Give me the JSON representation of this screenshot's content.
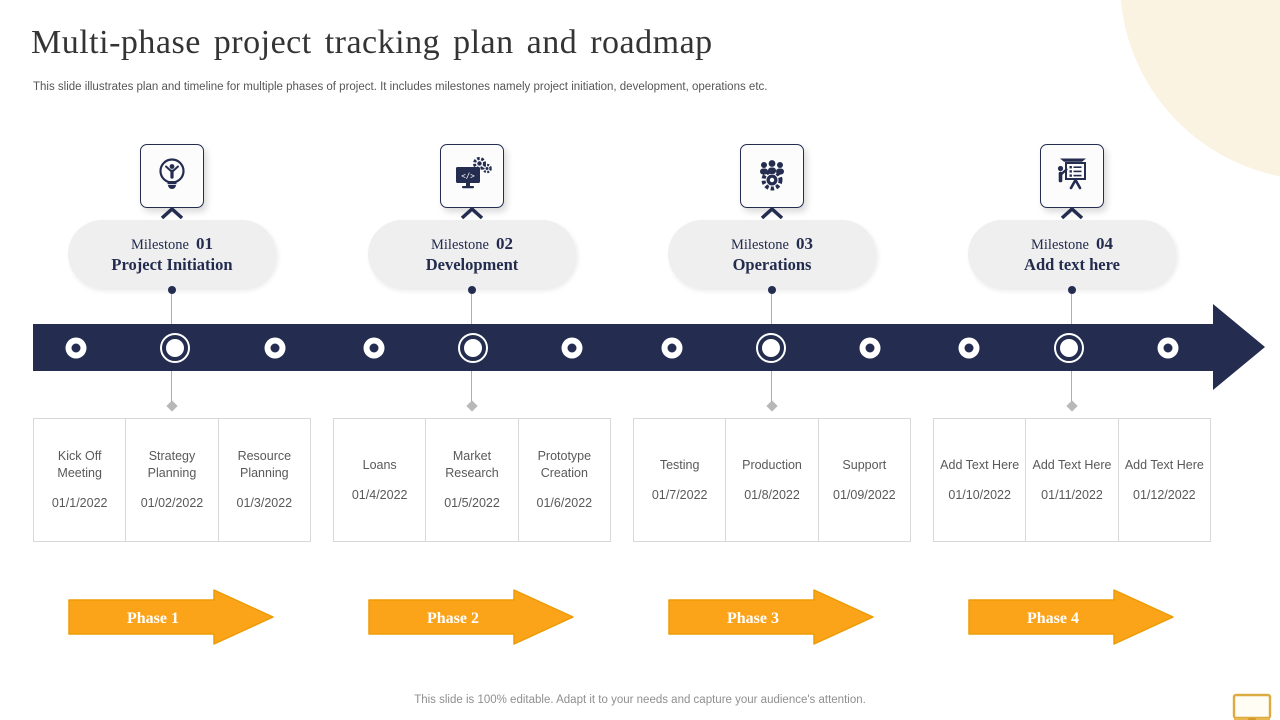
{
  "slide": {
    "title": "Multi-phase project tracking plan and roadmap",
    "subtitle": "This slide illustrates plan and timeline for multiple phases of project. It includes milestones namely project initiation, development, operations etc.",
    "footer": "This slide is 100% editable. Adapt it to your needs and capture your audience's attention."
  },
  "colors": {
    "navy": "#242D4F",
    "orange_fill": "#FBA41A",
    "orange_stroke": "#ED9B05",
    "pill_bg": "#EFEFEF",
    "cream": "#FAF3E2",
    "table_text": "#595959",
    "table_border": "#D8D8D8"
  },
  "timeline": {
    "node_count": 12,
    "milestone_node_indices": [
      1,
      4,
      7,
      10
    ]
  },
  "milestones": [
    {
      "icon": "bulb-person-icon",
      "label": "Milestone",
      "number": "01",
      "name": "Project Initiation",
      "phase": "Phase 1",
      "events": [
        {
          "name": "Kick Off Meeting",
          "date": "01/1/2022"
        },
        {
          "name": "Strategy Planning",
          "date": "01/02/2022"
        },
        {
          "name": "Resource Planning",
          "date": "01/3/2022"
        }
      ]
    },
    {
      "icon": "dev-monitor-icon",
      "label": "Milestone",
      "number": "02",
      "name": "Development",
      "phase": "Phase 2",
      "events": [
        {
          "name": "Loans",
          "date": "01/4/2022"
        },
        {
          "name": "Market Research",
          "date": "01/5/2022"
        },
        {
          "name": "Prototype Creation",
          "date": "01/6/2022"
        }
      ]
    },
    {
      "icon": "team-gear-icon",
      "label": "Milestone",
      "number": "03",
      "name": "Operations",
      "phase": "Phase 3",
      "events": [
        {
          "name": "Testing",
          "date": "01/7/2022"
        },
        {
          "name": "Production",
          "date": "01/8/2022"
        },
        {
          "name": "Support",
          "date": "01/09/2022"
        }
      ]
    },
    {
      "icon": "presentation-icon",
      "label": "Milestone",
      "number": "04",
      "name": "Add text here",
      "phase": "Phase 4",
      "events": [
        {
          "name": "Add Text Here",
          "date": "01/10/2022"
        },
        {
          "name": "Add Text Here",
          "date": "01/11/2022"
        },
        {
          "name": "Add Text Here",
          "date": "01/12/2022"
        }
      ]
    }
  ]
}
